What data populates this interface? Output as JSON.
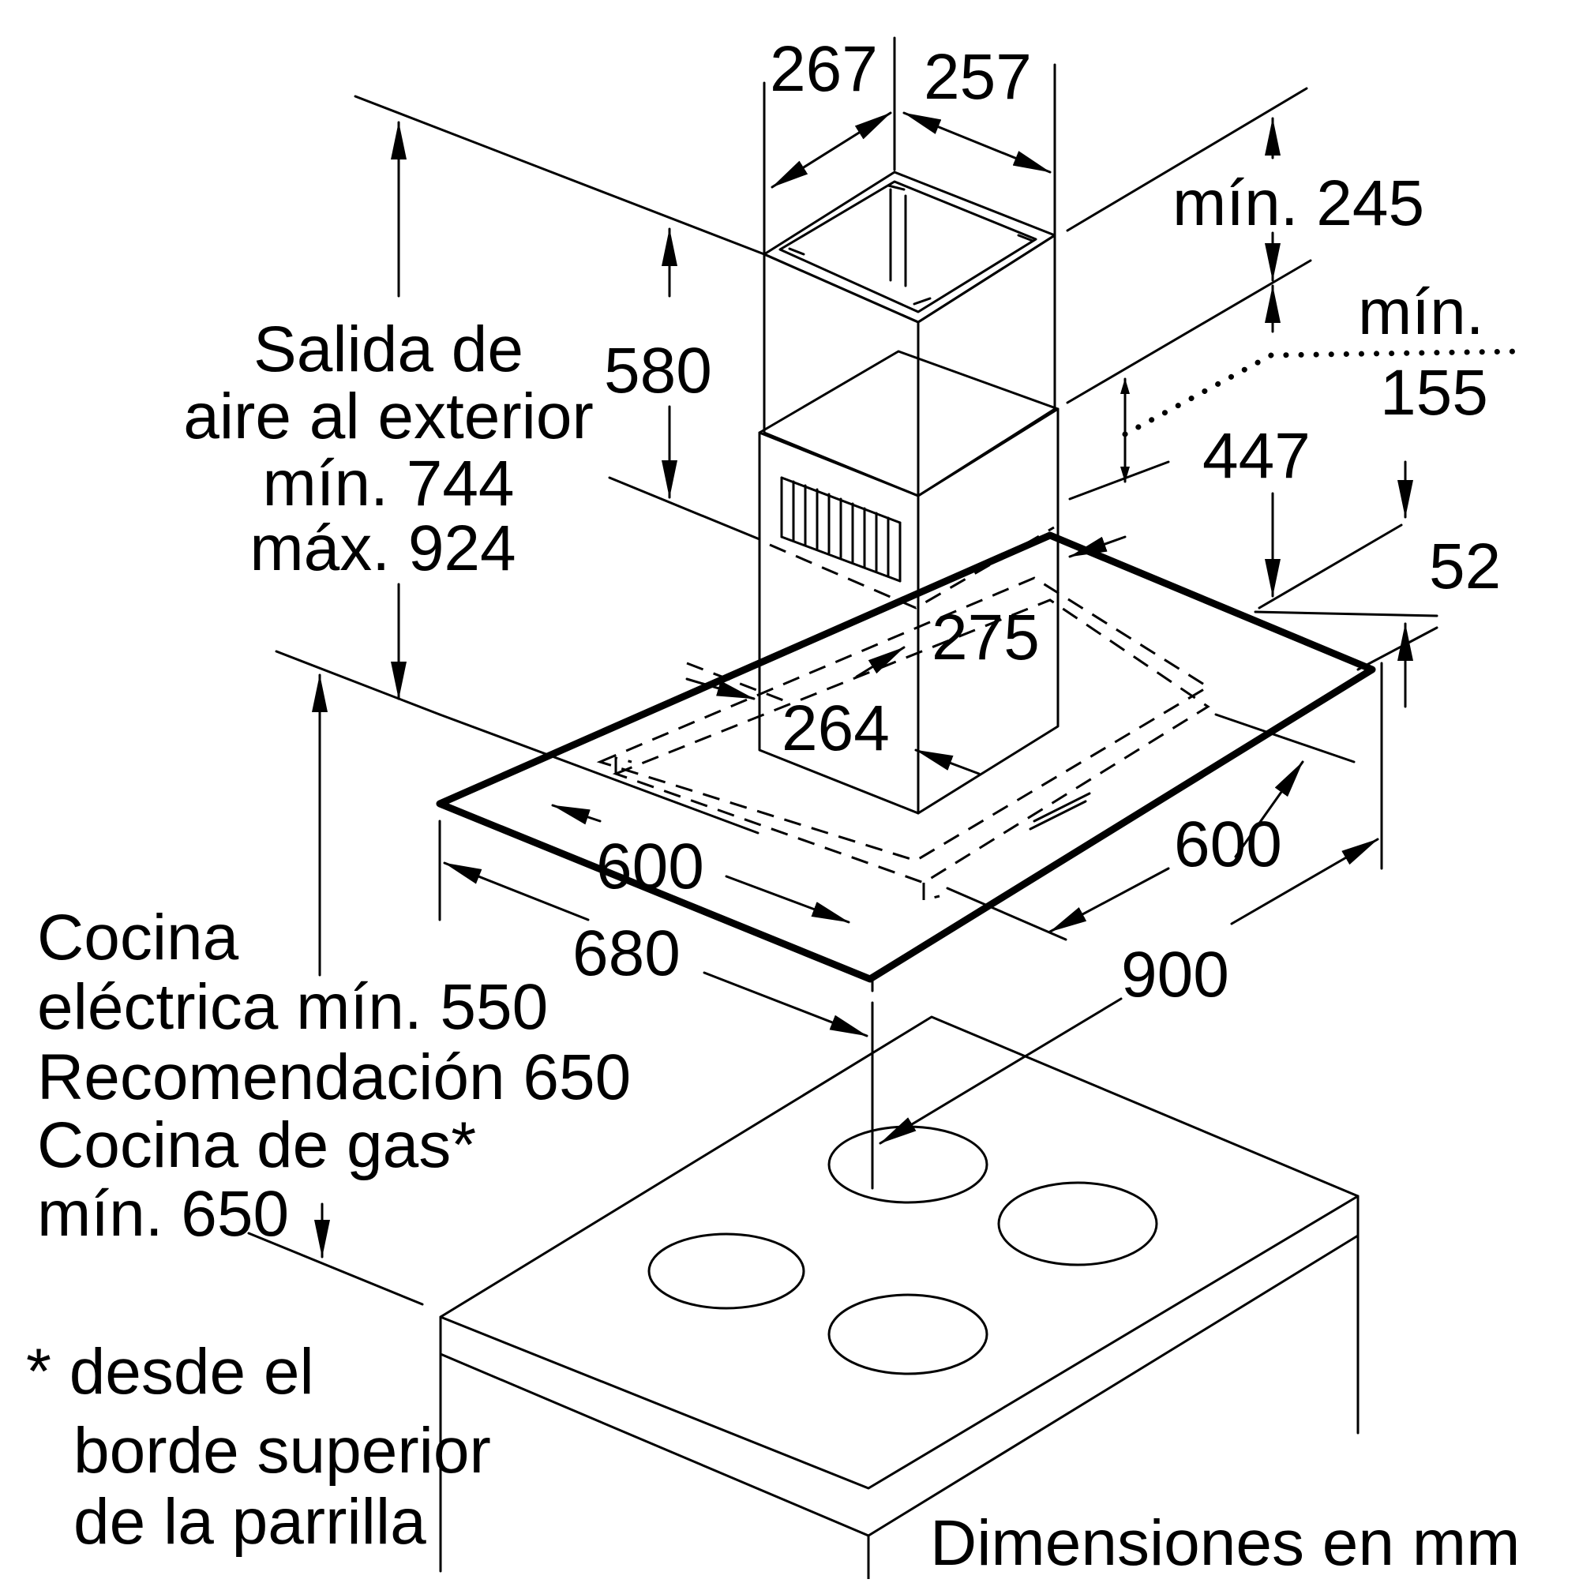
{
  "dimensions": {
    "duct_depth": "267",
    "duct_width": "257",
    "upper_duct_height": "580",
    "top_min_label": "mín. 245",
    "side_min_word": "mín.",
    "side_min_value": "155",
    "lower_height": "447",
    "glass_thickness": "52",
    "duct_front": "275",
    "duct_side": "264",
    "filter_depth": "600",
    "filter_width": "600",
    "hood_depth": "680",
    "hood_width": "900"
  },
  "air_outlet": {
    "line1": "Salida de",
    "line2": "aire al exterior",
    "line3": "mín. 744",
    "line4": "máx. 924"
  },
  "cooktop_clearance": {
    "line1": "Cocina",
    "line2": "eléctrica mín. 550",
    "line3": "Recomendación 650",
    "line4": "Cocina de gas*",
    "line5": "mín. 650"
  },
  "footnote": {
    "line1": "* desde el",
    "line2": "borde superior",
    "line3": "de la parrilla"
  },
  "units_note": "Dimensiones en mm"
}
